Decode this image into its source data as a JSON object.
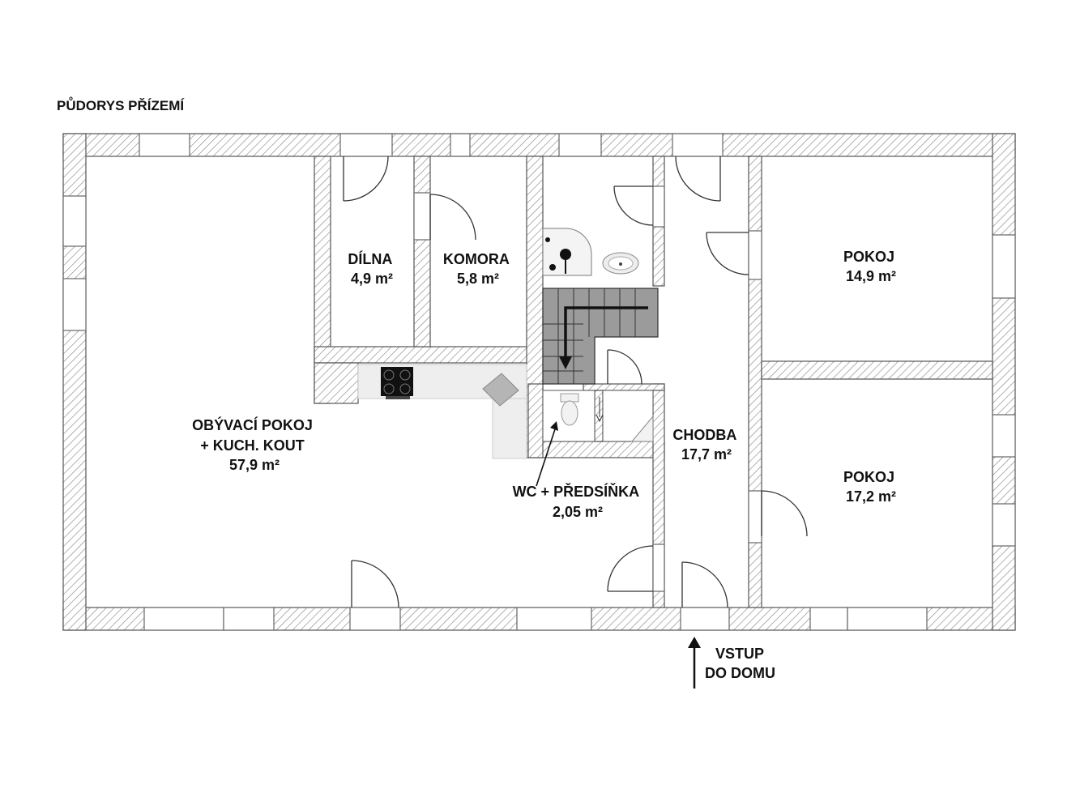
{
  "plan_title": "PŮDORYS PŘÍZEMÍ",
  "rooms": [
    {
      "id": "living",
      "lines": [
        "OBÝVACÍ POKOJ",
        "+ KUCH. KOUT",
        "57,9 m²"
      ]
    },
    {
      "id": "dilna",
      "lines": [
        "DÍLNA",
        "4,9 m²"
      ]
    },
    {
      "id": "komora",
      "lines": [
        "KOMORA",
        "5,8 m²"
      ]
    },
    {
      "id": "chodba",
      "lines": [
        "CHODBA",
        "17,7 m²"
      ]
    },
    {
      "id": "pokoj1",
      "lines": [
        "POKOJ",
        "14,9 m²"
      ]
    },
    {
      "id": "pokoj2",
      "lines": [
        "POKOJ",
        "17,2 m²"
      ]
    },
    {
      "id": "wc",
      "lines": [
        "WC + PŘEDSÍŇKA",
        "2,05 m²"
      ]
    }
  ],
  "entrance": {
    "lines": [
      "VSTUP",
      "DO DOMU"
    ]
  },
  "colors": {
    "wall_hatch": "#777777",
    "stair_fill": "#9b9b9b",
    "counter_fill": "#eeeeee",
    "line": "#222222"
  }
}
